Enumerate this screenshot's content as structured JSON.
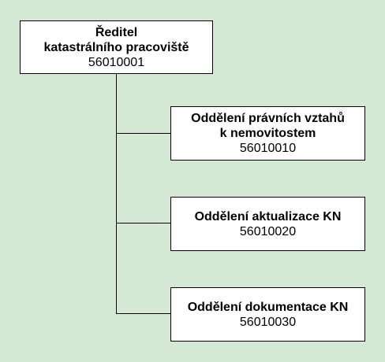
{
  "diagram": {
    "background": "#d4e8d4",
    "root": {
      "line1": "Ředitel",
      "line2": "katastrálního pracoviště",
      "code": "56010001"
    },
    "children": [
      {
        "line1": "Oddělení právních vztahů",
        "line2": "k nemovitostem",
        "code": "56010010"
      },
      {
        "line1": "Oddělení aktualizace KN",
        "code": "56010020"
      },
      {
        "line1": "Oddělení dokumentace KN",
        "code": "56010030"
      }
    ]
  }
}
